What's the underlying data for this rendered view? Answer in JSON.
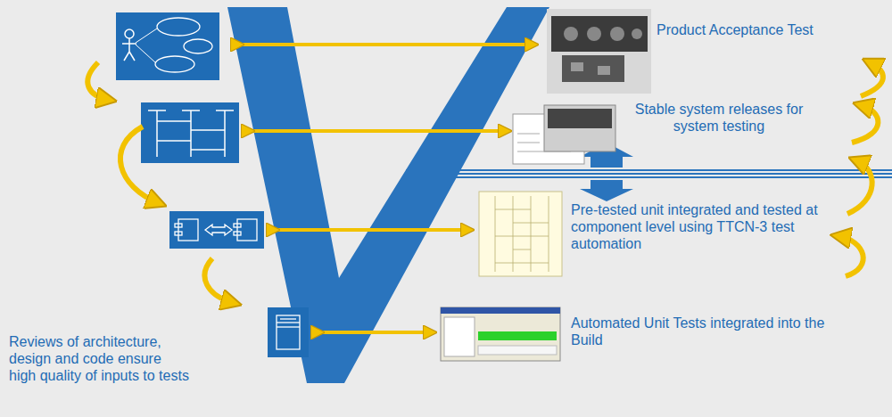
{
  "diagram": {
    "labels": [
      "Product Acceptance Test",
      "Stable system releases for system testing",
      "Pre-tested unit integrated and tested at component level using TTCN-3 test automation",
      "Automated Unit Tests integrated into the Build",
      "Reviews of architecture, design and code ensure high quality of inputs to tests"
    ]
  }
}
